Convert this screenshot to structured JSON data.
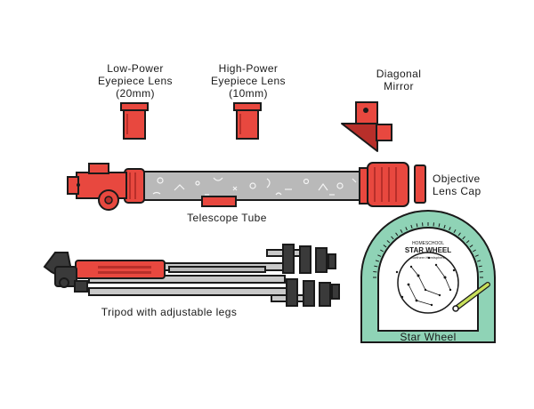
{
  "colors": {
    "outline": "#1a1a1a",
    "red": "#e8483f",
    "red_dark": "#b82f2a",
    "tube_gray": "#b9b9b9",
    "metal": "#c9c9c9",
    "teal": "#8fd3b6",
    "yellow_green": "#c8e05a",
    "wheel_face": "#ffffff"
  },
  "labels": {
    "low_power": [
      "Low-Power",
      "Eyepiece Lens",
      "(20mm)"
    ],
    "high_power": [
      "High-Power",
      "Eyepiece Lens",
      "(10mm)"
    ],
    "diagonal": [
      "Diagonal",
      "Mirror"
    ],
    "objective": [
      "Objective",
      "Lens Cap"
    ],
    "tube": "Telescope Tube",
    "tripod": "Tripod with adjustable legs",
    "star_wheel": "Star Wheel"
  },
  "star_wheel_face": {
    "brand": "HOMESCHOOL",
    "title": "STAR WHEEL",
    "subtitle": "Northern Hemisphere"
  },
  "icons": {
    "low_power": "eyepiece-icon",
    "high_power": "eyepiece-icon",
    "diagonal": "diagonal-mirror-icon",
    "objective": "lens-cap-icon",
    "tube": "telescope-tube-icon",
    "tripod": "tripod-icon",
    "star_wheel": "star-wheel-icon"
  }
}
